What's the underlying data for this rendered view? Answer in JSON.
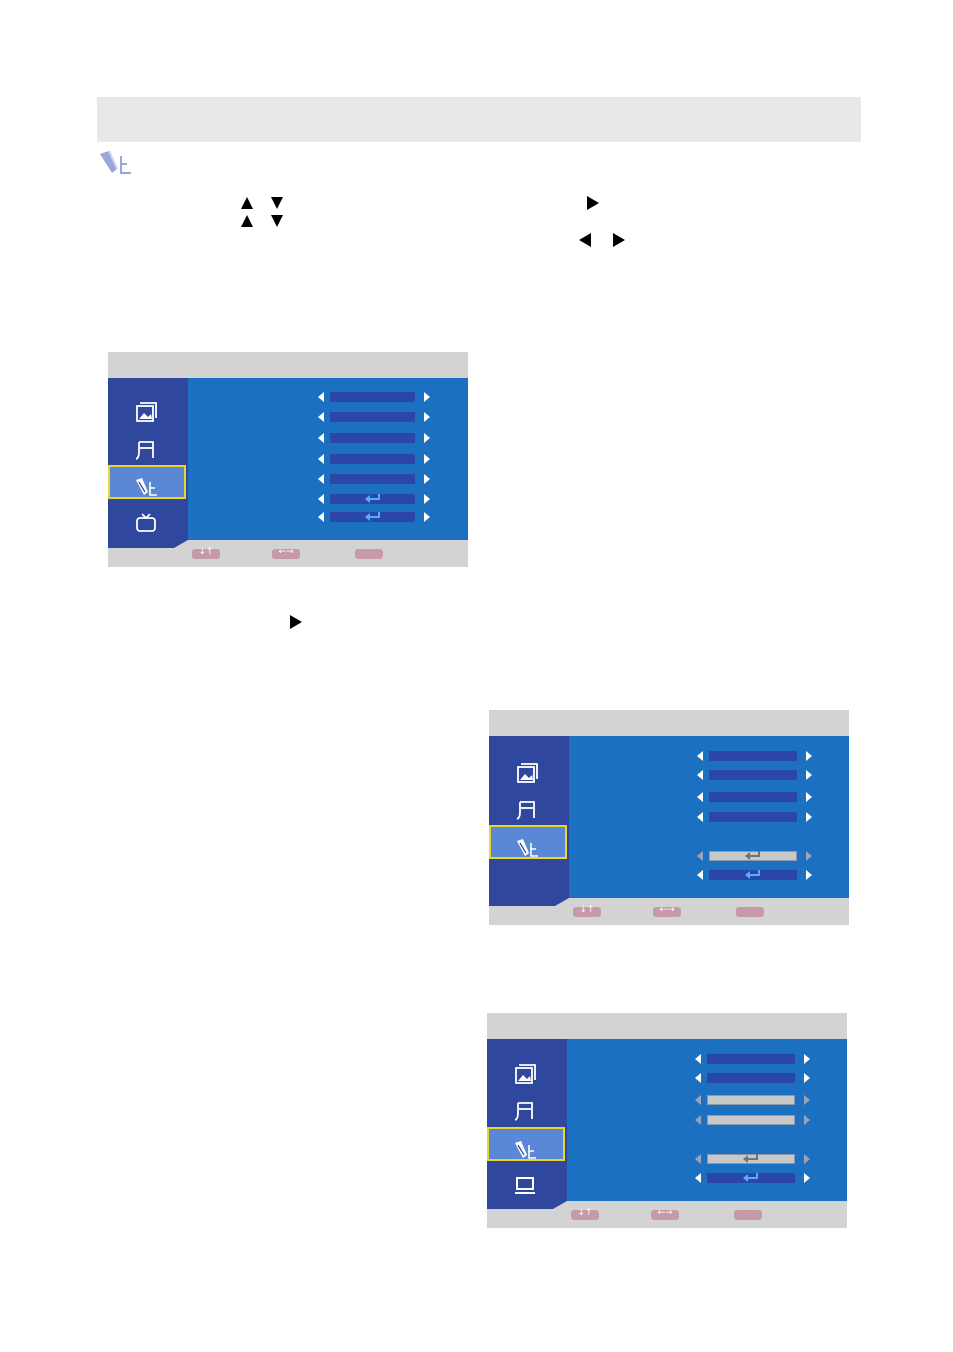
{
  "page": {
    "header_bar_color": "#e8e8e8",
    "setup_icon": "setup-pen-icon"
  },
  "instruction_arrows": {
    "line1": [
      "up-triangle-icon",
      "down-triangle-icon",
      "right-triangle-icon"
    ],
    "line2": [
      "up-triangle-icon",
      "down-triangle-icon",
      "left-triangle-icon",
      "right-triangle-icon"
    ],
    "line3": [
      "right-triangle-icon"
    ]
  },
  "colors": {
    "menu_top": "#d3d3d3",
    "sidebar": "#2f489e",
    "content": "#1b70c2",
    "bar_active": "#2a47a8",
    "bar_disabled": "#c8c8c8",
    "selection_border": "#e8d62a",
    "selection_fill": "#5b88d6",
    "enter_glyph": "#4fb0ff",
    "footer_key": "#c79aa8"
  },
  "menus": [
    {
      "sidebar_icons": [
        "picture-icon",
        "sound-icon",
        "setup-icon",
        "tv-icon"
      ],
      "selected_index": 2,
      "rows": [
        {
          "state": "active",
          "glyph": ""
        },
        {
          "state": "active",
          "glyph": ""
        },
        {
          "state": "active",
          "glyph": ""
        },
        {
          "state": "active",
          "glyph": ""
        },
        {
          "state": "active",
          "glyph": ""
        },
        {
          "state": "active",
          "glyph": "↵"
        },
        {
          "state": "active",
          "glyph": "↵"
        }
      ],
      "footer_keys": [
        "↓↑",
        "←→",
        ""
      ]
    },
    {
      "sidebar_icons": [
        "picture-icon",
        "sound-icon",
        "setup-icon"
      ],
      "selected_index": 2,
      "rows": [
        {
          "state": "active",
          "glyph": ""
        },
        {
          "state": "active",
          "glyph": ""
        },
        {
          "state": "active",
          "glyph": ""
        },
        {
          "state": "active",
          "glyph": ""
        },
        {
          "state": "disabled",
          "glyph": "↵"
        },
        {
          "state": "active",
          "glyph": "↵"
        }
      ],
      "footer_keys": [
        "↓↑",
        "←→",
        ""
      ]
    },
    {
      "sidebar_icons": [
        "picture-icon",
        "sound-icon",
        "setup-icon",
        "monitor-icon"
      ],
      "selected_index": 2,
      "rows": [
        {
          "state": "active",
          "glyph": ""
        },
        {
          "state": "active",
          "glyph": ""
        },
        {
          "state": "disabled",
          "glyph": ""
        },
        {
          "state": "disabled",
          "glyph": ""
        },
        {
          "state": "disabled",
          "glyph": "↵"
        },
        {
          "state": "active",
          "glyph": "↵"
        }
      ],
      "footer_keys": [
        "↓↑",
        "←→",
        ""
      ]
    }
  ]
}
